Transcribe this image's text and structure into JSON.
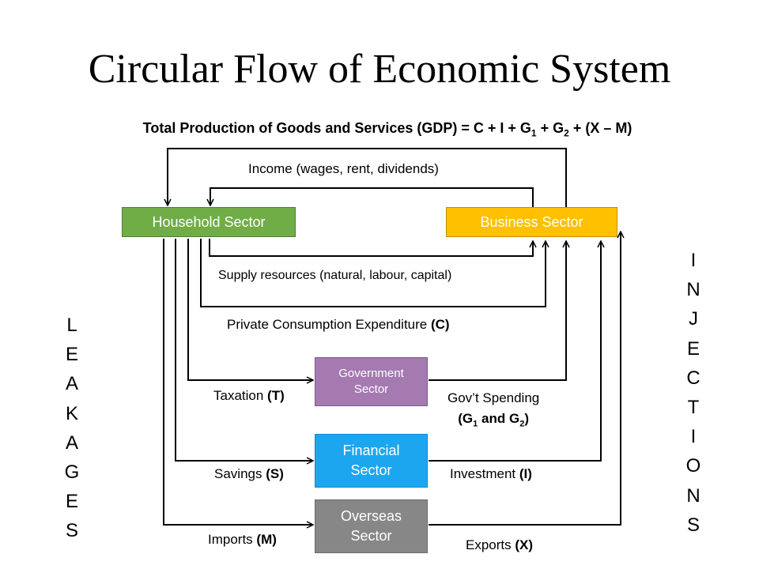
{
  "title": "Circular Flow of Economic System",
  "formula": {
    "main": "Total Production of Goods and Services (GDP) = C + I + G",
    "sub1": "1",
    "mid": " + G",
    "sub2": "2",
    "end": " + (X – M)"
  },
  "nodes": {
    "household": "Household Sector",
    "business": "Business Sector",
    "government": "Government Sector",
    "financial": "Financial Sector",
    "overseas": "Overseas Sector"
  },
  "flows": {
    "income": "Income (wages, rent, dividends)",
    "supply": "Supply resources (natural, labour, capital)",
    "consumption_text": "Private Consumption Expenditure ",
    "consumption_code": "(C)",
    "taxation_text": "Taxation ",
    "taxation_code": "(T)",
    "spending_line1": "Gov’t Spending",
    "spending_line2_a": "(G",
    "spending_sub1": "1",
    "spending_line2_b": " and G",
    "spending_sub2": "2",
    "spending_line2_c": ")",
    "savings_text": "Savings ",
    "savings_code": "(S)",
    "investment_text": "Investment ",
    "investment_code": "(I)",
    "imports_text": "Imports ",
    "imports_code": "(M)",
    "exports_text": "Exports ",
    "exports_code": "(X)"
  },
  "side_labels": {
    "leakages": [
      "L",
      "E",
      "A",
      "K",
      "A",
      "G",
      "E",
      "S"
    ],
    "injections": [
      "I",
      "N",
      "J",
      "E",
      "C",
      "T",
      "I",
      "O",
      "N",
      "S"
    ]
  },
  "colors": {
    "household": "#70ad47",
    "business": "#ffc000",
    "government": "#a47ab0",
    "financial": "#1da6f0",
    "overseas": "#878787",
    "line": "#000000"
  }
}
